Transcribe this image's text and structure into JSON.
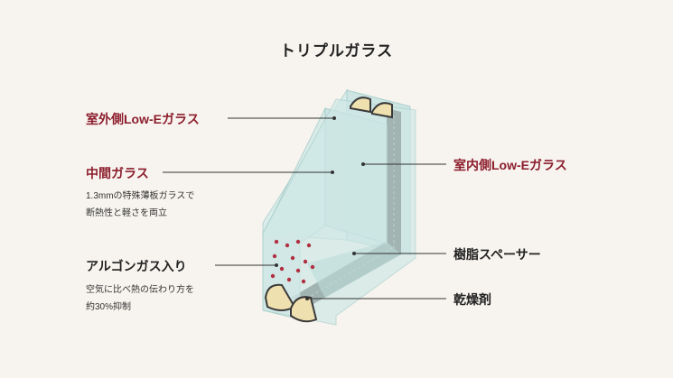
{
  "title": "トリプルガラス",
  "labels": {
    "outer_lowe": "室外側Low-Eガラス",
    "middle_glass": "中間ガラス",
    "middle_desc_1": "1.3mmの特殊薄板ガラスで",
    "middle_desc_2": "断熱性と軽さを両立",
    "argon": "アルゴンガス入り",
    "argon_desc_1": "空気に比べ熱の伝わり方を",
    "argon_desc_2": "約30%抑制",
    "inner_lowe": "室内側Low-Eガラス",
    "spacer": "樹脂スペーサー",
    "desiccant": "乾燥剤"
  },
  "colors": {
    "accent_red": "#8c1d2c",
    "glass": "#cfe8e6",
    "spacer": "#3c3c3c",
    "desiccant": "#efe0b0",
    "argon_dot": "#b03040"
  }
}
